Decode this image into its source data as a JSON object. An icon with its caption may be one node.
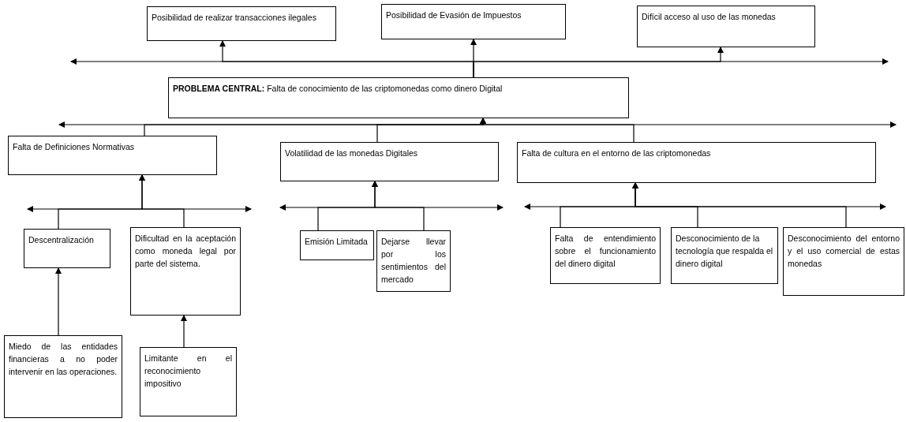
{
  "diagram": {
    "nodes": [
      {
        "text": [
          "Posibilidad de realizar transacciones ilegales"
        ]
      },
      {
        "text": [
          "Posibilidad de Evasión de Impuestos"
        ]
      },
      {
        "text": [
          "Difícil acceso al uso de las monedas"
        ]
      },
      {
        "text": [
          "**PROBLEMA CENTRAL:** Falta de conocimiento de las criptomonedas como dinero Digital"
        ]
      },
      {
        "text": [
          "Falta de Definiciones Normativas"
        ]
      },
      {
        "text": [
          "Volatilidad de las monedas Digitales"
        ]
      },
      {
        "text": [
          "Falta de cultura en el entorno de las criptomonedas"
        ]
      },
      {
        "text": [
          "Descentralización"
        ]
      },
      {
        "text": [
          "Dificultad en la aceptación como moneda legal por parte del sistema."
        ]
      },
      {
        "text": [
          "Emisión Limitada"
        ]
      },
      {
        "text": [
          "Dejarse llevar por los sentimientos del mercado"
        ]
      },
      {
        "text": [
          "Falta de entendimiento sobre el funcionamiento del dinero digital"
        ]
      },
      {
        "text": [
          "Desconocimiento de la tecnología que respalda el dinero digital"
        ]
      },
      {
        "text": [
          "Desconocimiento del entorno y el uso comercial de estas monedas"
        ]
      },
      {
        "text": [
          "Miedo de las entidades financieras a no poder intervenir en las operaciones."
        ]
      },
      {
        "text": [
          "Limitante en el reconocimiento impositivo"
        ]
      }
    ],
    "edges": [
      {
        "from": 3,
        "to": 0,
        "arrow": "to"
      },
      {
        "from": 3,
        "to": 1,
        "arrow": "to"
      },
      {
        "from": 3,
        "to": 2,
        "arrow": "to"
      },
      {
        "from": 4,
        "to": 3,
        "arrow": "to"
      },
      {
        "from": 5,
        "to": 3,
        "arrow": "to"
      },
      {
        "from": 6,
        "to": 3,
        "arrow": "to"
      },
      {
        "from": 7,
        "to": 4,
        "arrow": "to"
      },
      {
        "from": 8,
        "to": 4,
        "arrow": "to"
      },
      {
        "from": 9,
        "to": 5,
        "arrow": "to"
      },
      {
        "from": 10,
        "to": 5,
        "arrow": "to"
      },
      {
        "from": 11,
        "to": 6,
        "arrow": "to"
      },
      {
        "from": 12,
        "to": 6,
        "arrow": "to"
      },
      {
        "from": 13,
        "to": 6,
        "arrow": "to"
      },
      {
        "from": 14,
        "to": 7,
        "arrow": "to"
      },
      {
        "from": 15,
        "to": 8,
        "arrow": "to"
      }
    ]
  }
}
